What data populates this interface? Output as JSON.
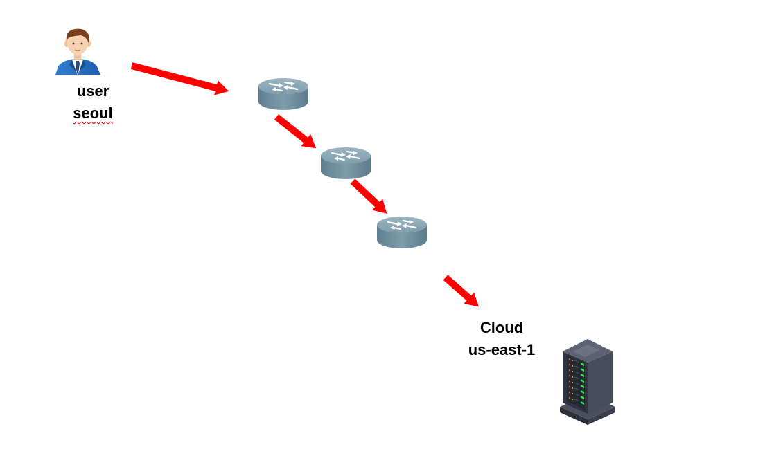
{
  "nodes": {
    "user": {
      "icon": "person-icon",
      "label_line1": "user",
      "label_line2": "seoul"
    },
    "router_1": {
      "icon": "router-icon"
    },
    "router_2": {
      "icon": "router-icon"
    },
    "router_3": {
      "icon": "router-icon"
    },
    "cloud": {
      "icon": "server-rack-icon",
      "label_line1": "Cloud",
      "label_line2": "us-east-1"
    }
  },
  "colors": {
    "arrow": "#ff0000",
    "router_body": "#6f8fa0",
    "router_top": "#8ea9b6",
    "server_body": "#3d4250",
    "server_led": "#3fd24b",
    "spellcheck_underline": "#e00000"
  }
}
